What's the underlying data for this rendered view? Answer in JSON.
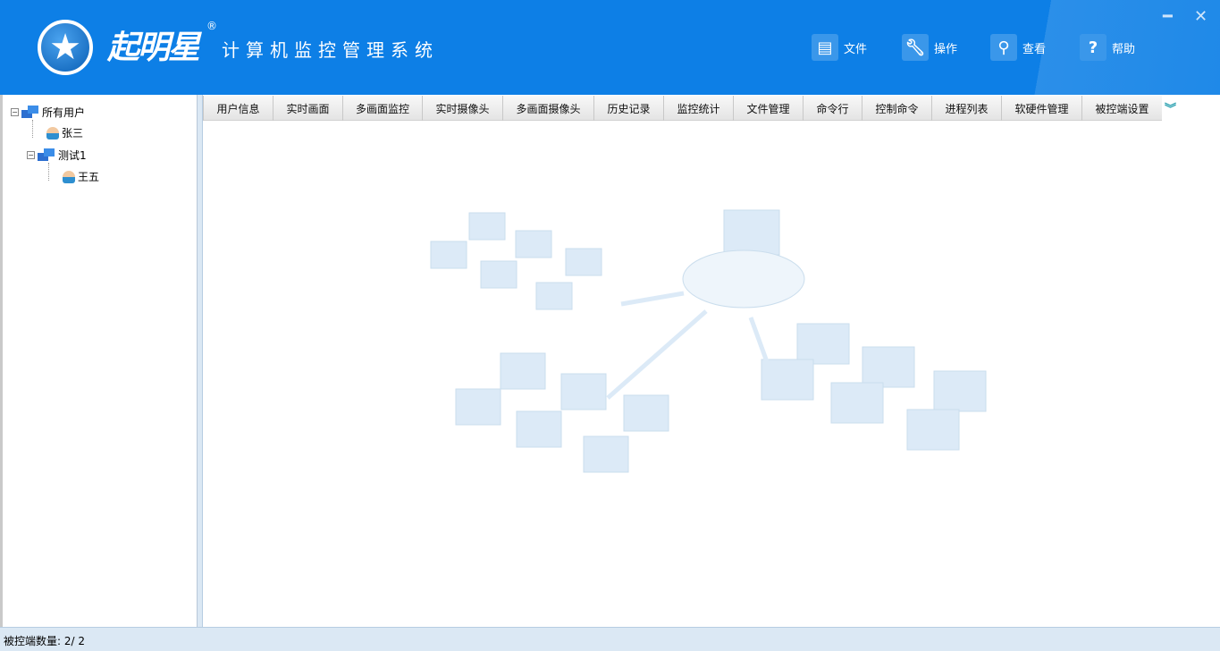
{
  "header": {
    "brand": "起明星",
    "registered": "®",
    "subtitle": "计算机监控管理系统",
    "menu": [
      {
        "label": "文件",
        "icon": "folder-icon"
      },
      {
        "label": "操作",
        "icon": "wrench-icon"
      },
      {
        "label": "查看",
        "icon": "search-icon"
      },
      {
        "label": "帮助",
        "icon": "help-icon"
      }
    ]
  },
  "tree": {
    "root": "所有用户",
    "user1": "张三",
    "group1": "测试1",
    "user2": "王五"
  },
  "tabs": [
    "用户信息",
    "实时画面",
    "多画面监控",
    "实时摄像头",
    "多画面摄像头",
    "历史记录",
    "监控统计",
    "文件管理",
    "命令行",
    "控制命令",
    "进程列表",
    "软硬件管理",
    "被控端设置"
  ],
  "status": {
    "label": "被控端数量:",
    "value": "2/ 2"
  }
}
